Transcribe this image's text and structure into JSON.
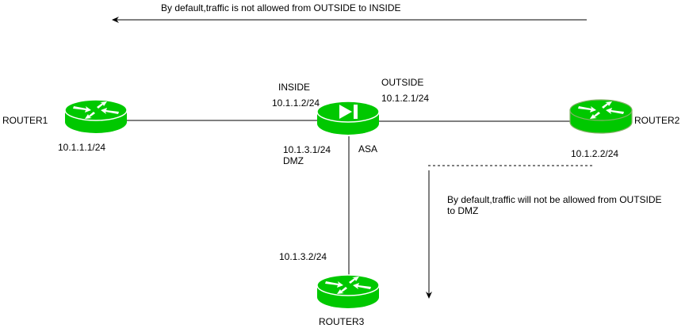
{
  "notes": {
    "outside_to_inside": "By default,traffic is not allowed from OUTSIDE to INSIDE",
    "outside_to_dmz_line1": "By default,traffic will not be allowed from OUTSIDE",
    "outside_to_dmz_line2": "to DMZ"
  },
  "devices": {
    "router1": {
      "name": "ROUTER1",
      "ip": "10.1.1.1/24"
    },
    "router2": {
      "name": "ROUTER2",
      "ip": "10.1.2.2/24"
    },
    "router3": {
      "name": "ROUTER3",
      "ip": "10.1.3.2/24"
    },
    "asa": {
      "name": "ASA",
      "inside_label": "INSIDE",
      "inside_ip": "10.1.1.2/24",
      "outside_label": "OUTSIDE",
      "outside_ip": "10.1.2.1/24",
      "dmz_label": "DMZ",
      "dmz_ip": "10.1.3.1/24"
    }
  },
  "colors": {
    "device_fill": "#00C800",
    "device_stroke": "#00B000",
    "router2_stroke": "#82B366",
    "line": "#000000"
  }
}
